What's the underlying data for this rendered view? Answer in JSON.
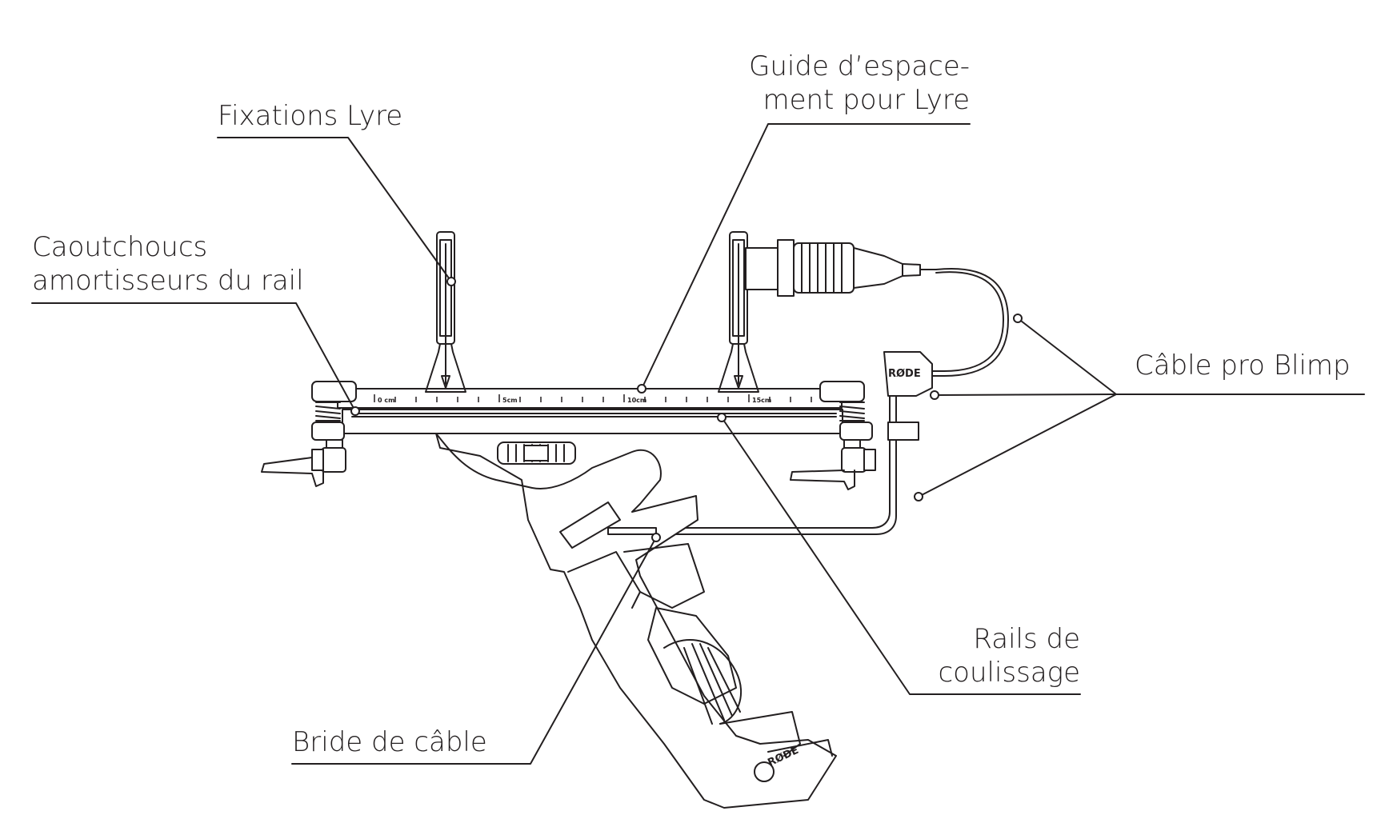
{
  "labels": {
    "fixations": "Fixations Lyre",
    "guide_line1": "Guide d’espace-",
    "guide_line2": "ment pour Lyre",
    "caoutchoucs_line1": "Caoutchoucs",
    "caoutchoucs_line2": "amortisseurs du rail",
    "cable_blimp": "Câble pro Blimp",
    "rails_line1": "Rails de",
    "rails_line2": "coulissage",
    "bride": "Bride de câble"
  },
  "ruler_ticks": [
    "0 cm",
    "5cm",
    "10cm",
    "15cm"
  ],
  "brand_marks": [
    "RØDE",
    "RØDE"
  ],
  "colors": {
    "line": "#231f20",
    "background": "#ffffff"
  }
}
